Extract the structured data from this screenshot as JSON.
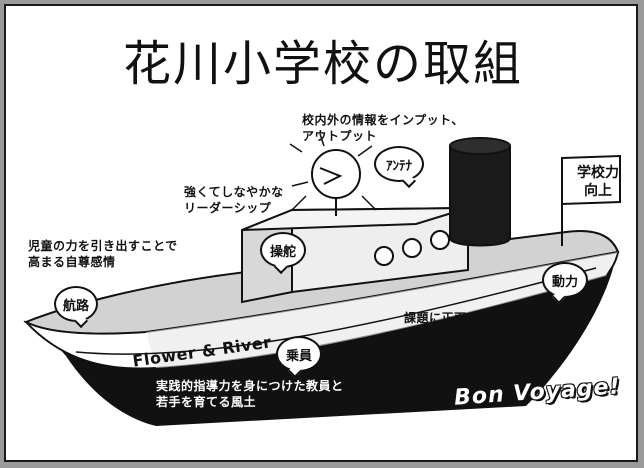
{
  "title": "花川小学校の取組",
  "hull_name": "Flower & River",
  "slogan": "Bon Voyage!",
  "flag": "学校力\n向上",
  "bubbles": {
    "kouro": "航路",
    "dari": "操舵",
    "antena": "ｱﾝﾃﾅ",
    "douryoku": "動力",
    "jouin": "乗員"
  },
  "captions": {
    "kouro": "児童の力を引き出すことで\n高まる自尊感情",
    "dari": "強くてしなやかな\nリーダーシップ",
    "antena": "校内外の情報をインプット、\nアウトプット",
    "douryoku": "課題に正面から向き合う姿勢と\n強い使命感",
    "jouin": "実践的指導力を身につけた教員と\n若手を育てる風土"
  }
}
